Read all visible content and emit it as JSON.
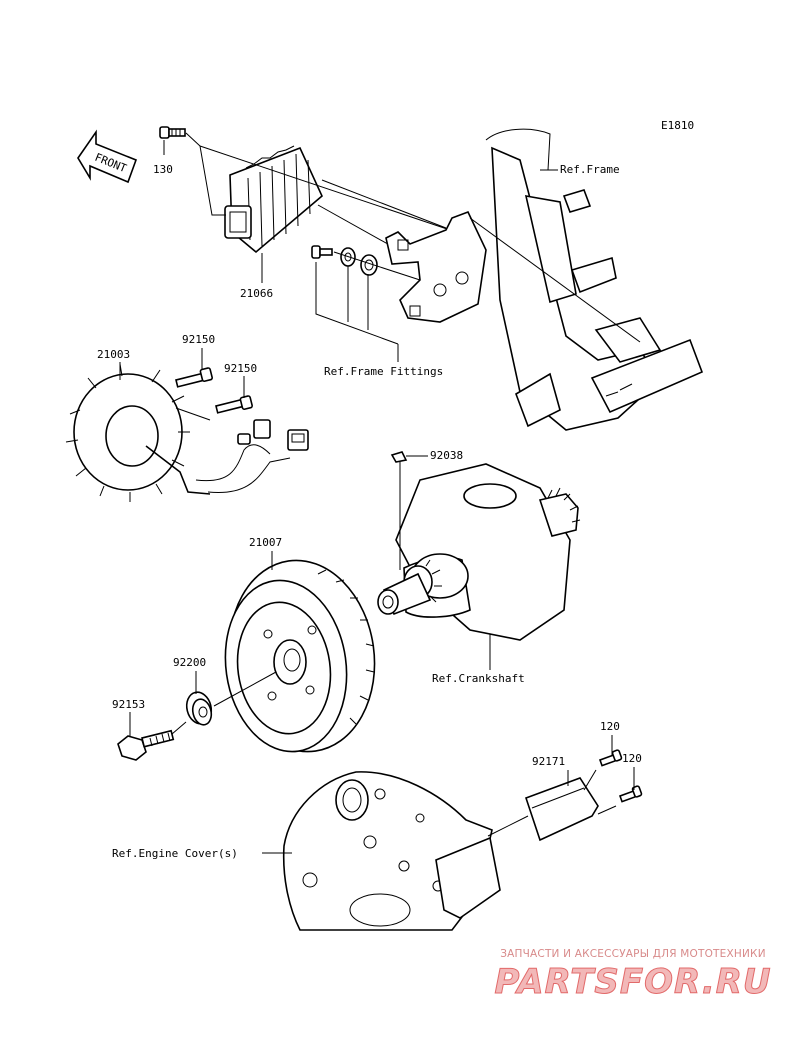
{
  "diagram": {
    "code": "E1810",
    "front_label": "FRONT",
    "parts": [
      {
        "id": "p130",
        "number": "130"
      },
      {
        "id": "p21066",
        "number": "21066"
      },
      {
        "id": "p21003",
        "number": "21003"
      },
      {
        "id": "p92150a",
        "number": "92150"
      },
      {
        "id": "p92150b",
        "number": "92150"
      },
      {
        "id": "p92038",
        "number": "92038"
      },
      {
        "id": "p21007",
        "number": "21007"
      },
      {
        "id": "p92200",
        "number": "92200"
      },
      {
        "id": "p92153",
        "number": "92153"
      },
      {
        "id": "p92171",
        "number": "92171"
      },
      {
        "id": "p120a",
        "number": "120"
      },
      {
        "id": "p120b",
        "number": "120"
      }
    ],
    "references": [
      {
        "id": "ref-frame",
        "text": "Ref.Frame"
      },
      {
        "id": "ref-frame-fittings",
        "text": "Ref.Frame Fittings"
      },
      {
        "id": "ref-crankshaft",
        "text": "Ref.Crankshaft"
      },
      {
        "id": "ref-engine-cover",
        "text": "Ref.Engine Cover(s)"
      }
    ]
  },
  "watermark": {
    "tagline": "ЗАПЧАСТИ И АКСЕССУАРЫ ДЛЯ МОТОТЕХНИКИ",
    "logo": "PARTSFOR.RU"
  }
}
